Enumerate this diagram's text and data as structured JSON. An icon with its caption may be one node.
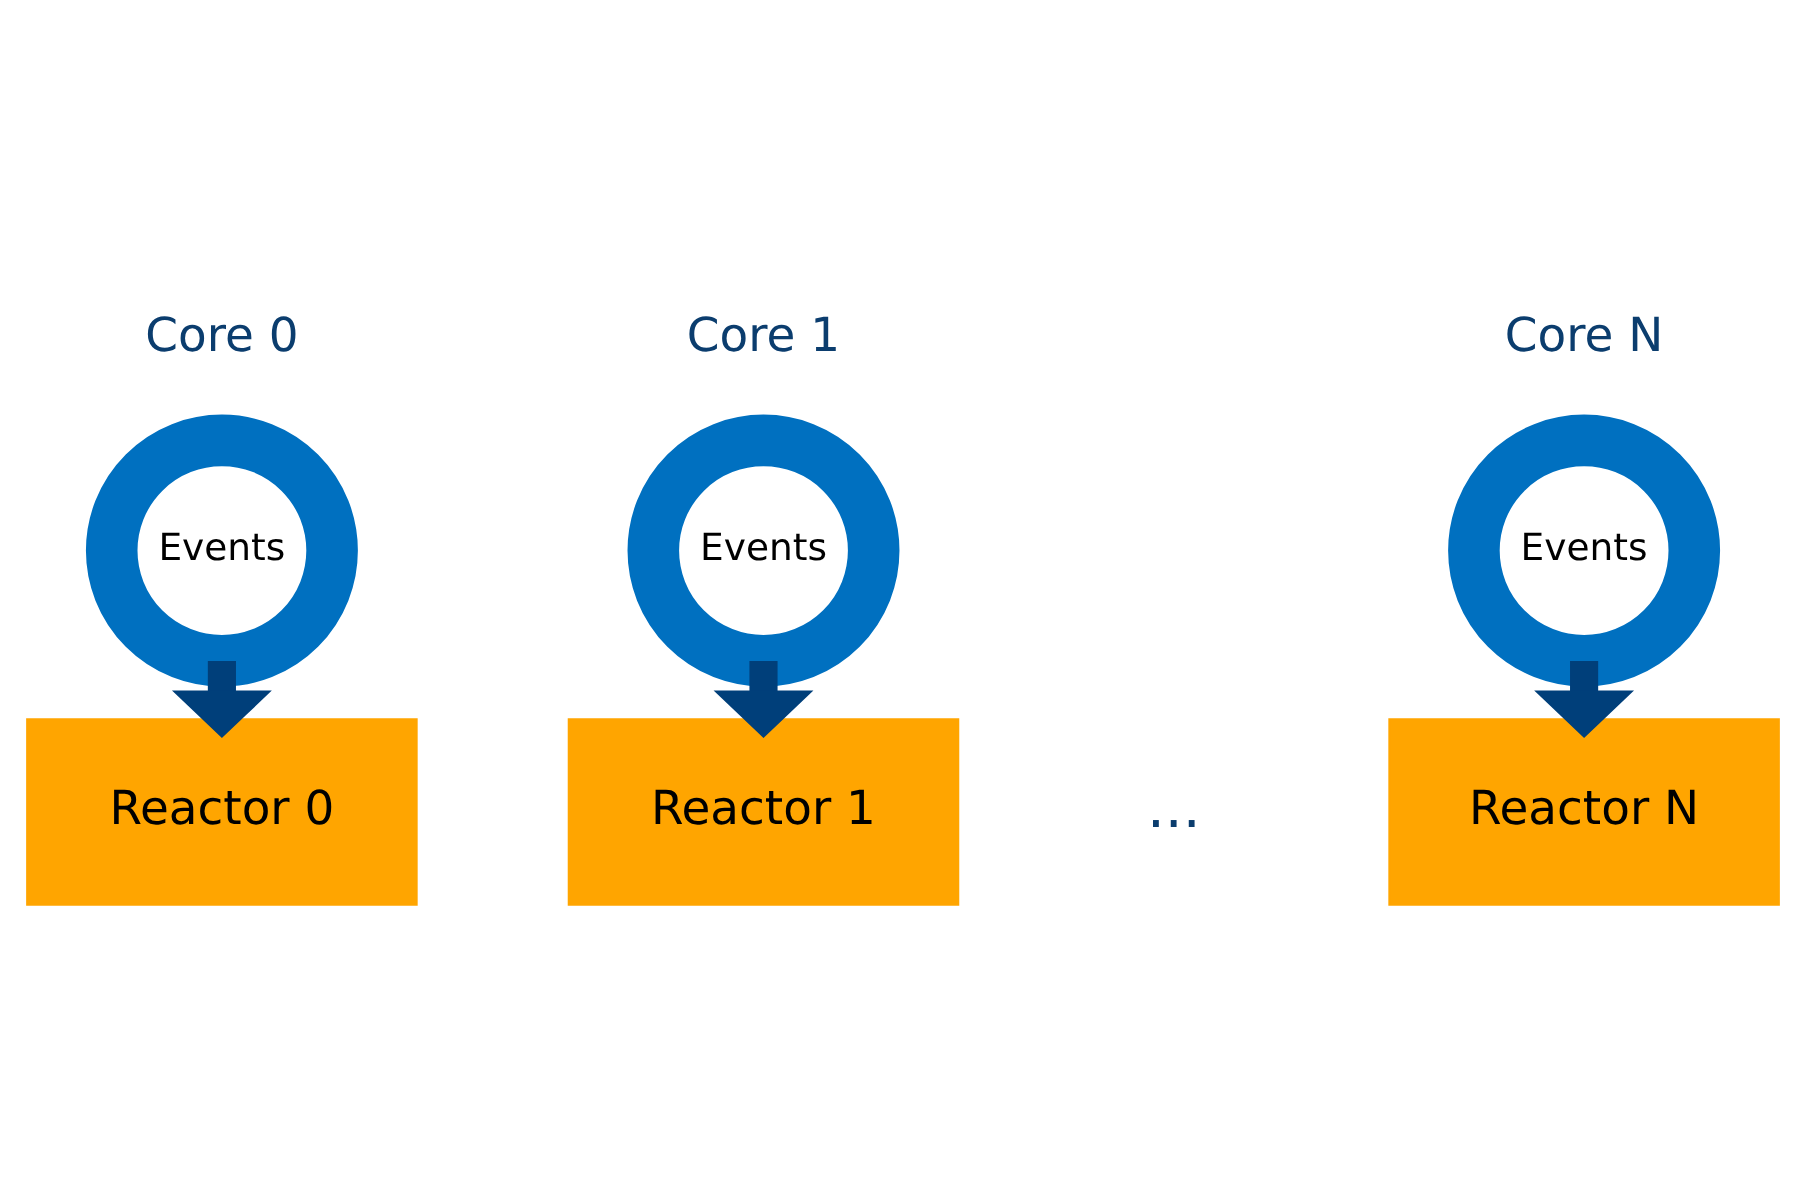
{
  "diagram": {
    "nodes": [
      {
        "text": [
          "Events"
        ],
        "beside": [
          "Core 0"
        ]
      },
      {
        "text": [
          "Reactor 0"
        ]
      },
      {
        "text": [
          "Events"
        ],
        "beside": [
          "Core 1"
        ]
      },
      {
        "text": [
          "Reactor 1"
        ]
      },
      {
        "text": [
          "Events"
        ],
        "beside": [
          "Core N"
        ]
      },
      {
        "text": [
          "Reactor N"
        ]
      }
    ],
    "edges": [
      {
        "from": 0,
        "to": 1,
        "arrow": "to"
      },
      {
        "from": 2,
        "to": 3,
        "arrow": "to"
      },
      {
        "from": 4,
        "to": 5,
        "arrow": "to"
      }
    ],
    "labels": [
      "..."
    ]
  }
}
